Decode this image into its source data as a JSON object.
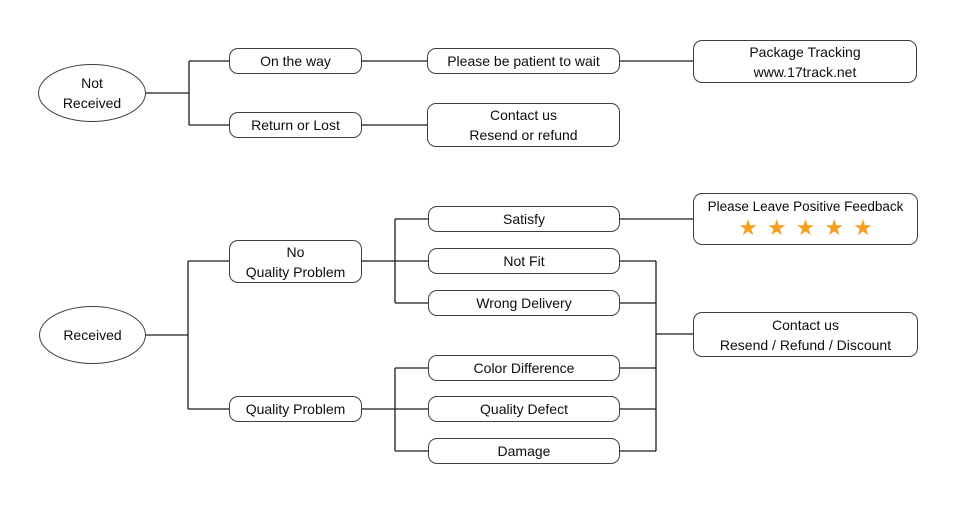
{
  "diagram": {
    "title": "Package delivery customer-service flowchart",
    "colors": {
      "background": "#ffffff",
      "line": "#1c1c1c",
      "node_border": "#3f3f3f",
      "text": "#0d0d0d",
      "star": "#F5A01E"
    },
    "nodes": {
      "not_received": "Not\nReceived",
      "on_the_way": "On the way",
      "return_or_lost": "Return or Lost",
      "be_patient": "Please be patient to wait",
      "package_tracking": "Package Tracking\nwww.17track.net",
      "contact_resend_refund": "Contact us\nResend or refund",
      "received": "Received",
      "no_quality_problem": "No\nQuality Problem",
      "quality_problem": "Quality Problem",
      "satisfy": "Satisfy",
      "not_fit": "Not Fit",
      "wrong_delivery": "Wrong Delivery",
      "color_difference": "Color Difference",
      "quality_defect": "Quality Defect",
      "damage": "Damage",
      "feedback_title": "Please Leave Positive Feedback",
      "feedback_stars": "★★★★★",
      "contact_full": "Contact us\nResend / Refund / Discount"
    },
    "star_count": 5,
    "edges": [
      [
        "Not Received",
        "On the way"
      ],
      [
        "Not Received",
        "Return or Lost"
      ],
      [
        "On the way",
        "Please be patient to wait"
      ],
      [
        "Please be patient to wait",
        "Package Tracking www.17track.net"
      ],
      [
        "Return or Lost",
        "Contact us Resend or refund"
      ],
      [
        "Received",
        "No Quality Problem"
      ],
      [
        "Received",
        "Quality Problem"
      ],
      [
        "No Quality Problem",
        "Satisfy"
      ],
      [
        "No Quality Problem",
        "Not Fit"
      ],
      [
        "No Quality Problem",
        "Wrong Delivery"
      ],
      [
        "Satisfy",
        "Please Leave Positive Feedback"
      ],
      [
        "Not Fit",
        "Contact us Resend / Refund / Discount"
      ],
      [
        "Wrong Delivery",
        "Contact us Resend / Refund / Discount"
      ],
      [
        "Quality Problem",
        "Color Difference"
      ],
      [
        "Quality Problem",
        "Quality Defect"
      ],
      [
        "Quality Problem",
        "Damage"
      ],
      [
        "Color Difference",
        "Contact us Resend / Refund / Discount"
      ],
      [
        "Quality Defect",
        "Contact us Resend / Refund / Discount"
      ],
      [
        "Damage",
        "Contact us Resend / Refund / Discount"
      ]
    ]
  }
}
